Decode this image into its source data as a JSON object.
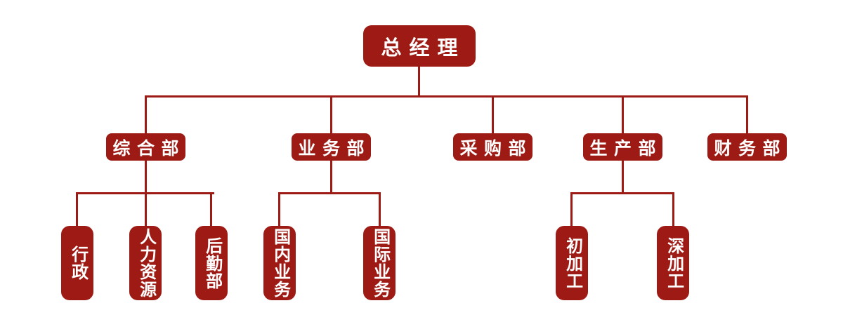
{
  "colors": {
    "node_fill": "#9E1B15",
    "node_text": "#FFFFFF",
    "connector": "#9E1B15",
    "background": "#FFFFFF"
  },
  "org_chart": {
    "root": {
      "label": "总经理"
    },
    "departments": [
      {
        "label": "综合部",
        "children": [
          {
            "label": "行政"
          },
          {
            "label": "人力资源"
          },
          {
            "label": "后勤部"
          }
        ]
      },
      {
        "label": "业务部",
        "children": [
          {
            "label": "国内业务"
          },
          {
            "label": "国际业务"
          }
        ]
      },
      {
        "label": "采购部",
        "children": []
      },
      {
        "label": "生产部",
        "children": [
          {
            "label": "初加工"
          },
          {
            "label": "深加工"
          }
        ]
      },
      {
        "label": "财务部",
        "children": []
      }
    ]
  }
}
